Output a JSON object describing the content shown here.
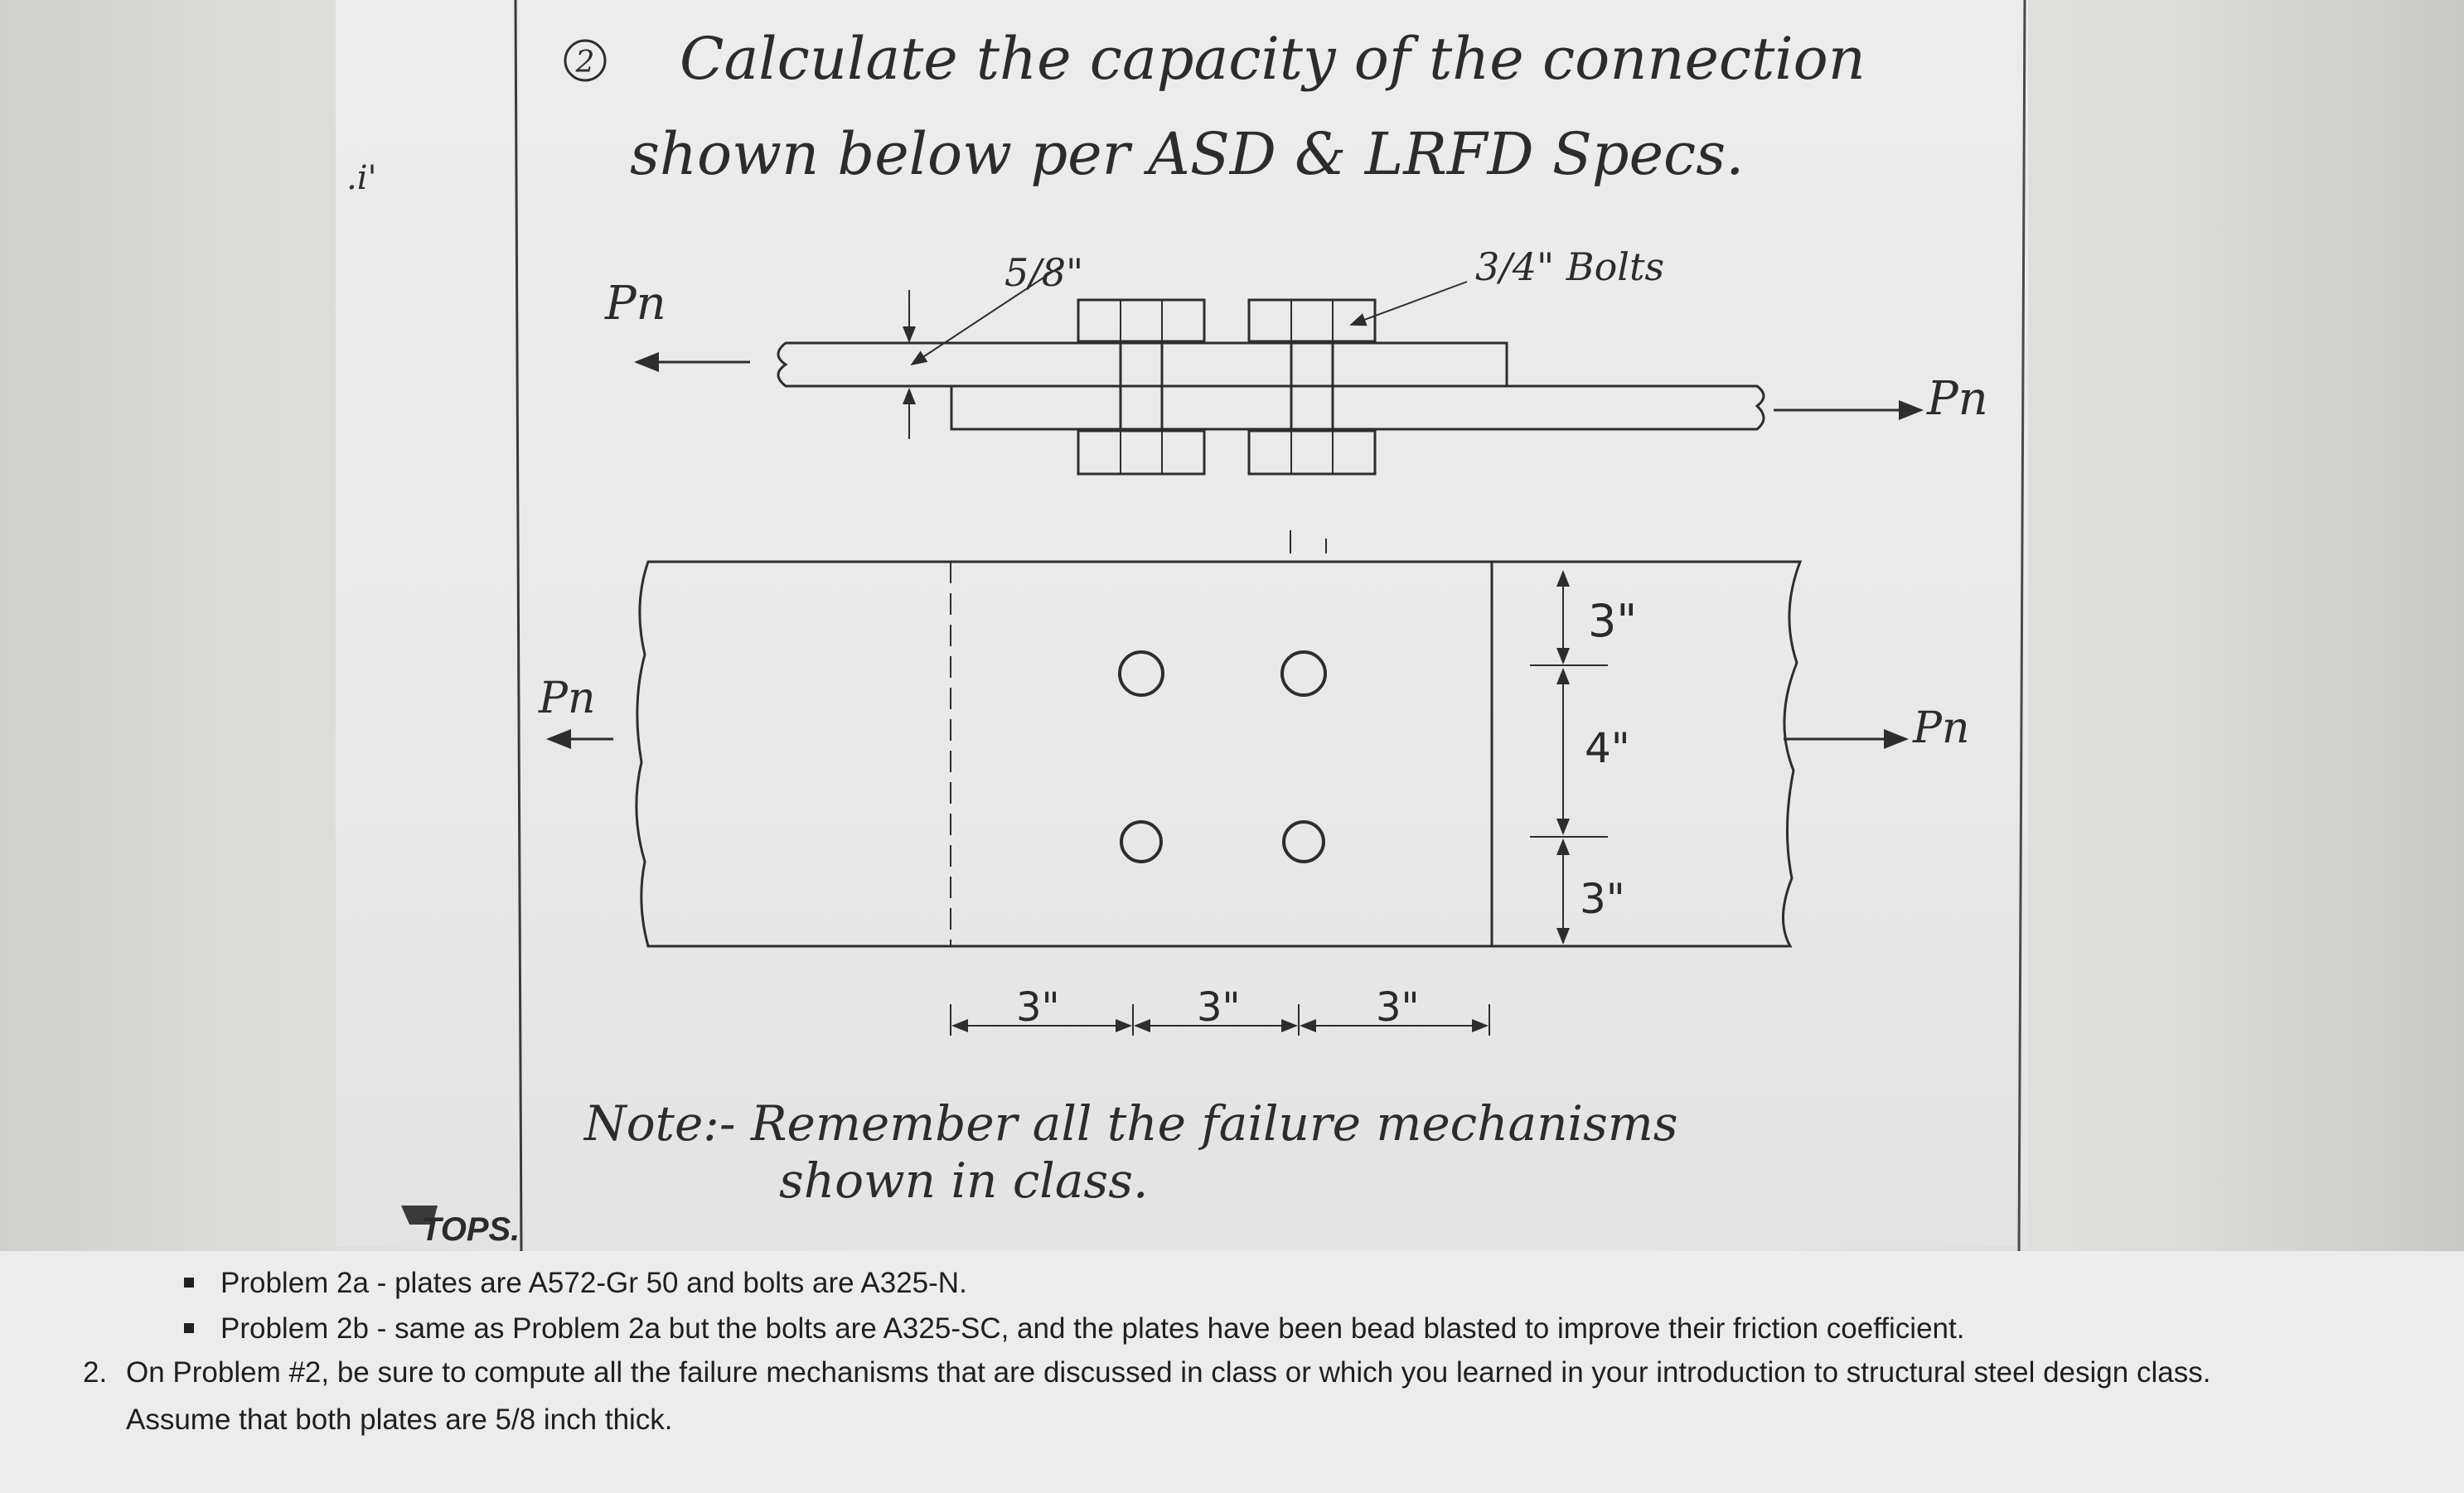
{
  "worksheet": {
    "problem_number": "2",
    "prompt_line1": "Calculate the capacity of the connection",
    "prompt_line2": "shown below per ASD & LRFD Specs.",
    "labels": {
      "plate_thickness": "5/8\"",
      "bolts": "3/4\" Bolts",
      "load": "Pn",
      "dim_3a": "3\"",
      "dim_4": "4\"",
      "dim_3b": "3\"",
      "dim_bottom_1": "3\"",
      "dim_bottom_2": "3\"",
      "dim_bottom_3": "3\""
    },
    "note_line1": "Note:- Remember all the failure mechanisms",
    "note_line2": "shown in class.",
    "stray_mark": ".i'"
  },
  "logo": "TOPS.",
  "instructions": {
    "bullets": [
      "Problem 2a - plates are A572-Gr 50 and bolts are A325-N.",
      "Problem 2b - same as Problem 2a but the bolts are A325-SC, and the plates have been bead blasted to improve their friction coefficient."
    ],
    "item_number": "2.",
    "item_text_line1": "On Problem #2, be sure to compute all the failure mechanisms that are discussed in class or which you learned in your introduction to structural steel design class.",
    "item_text_line2": "Assume that both plates are 5/8 inch thick."
  }
}
